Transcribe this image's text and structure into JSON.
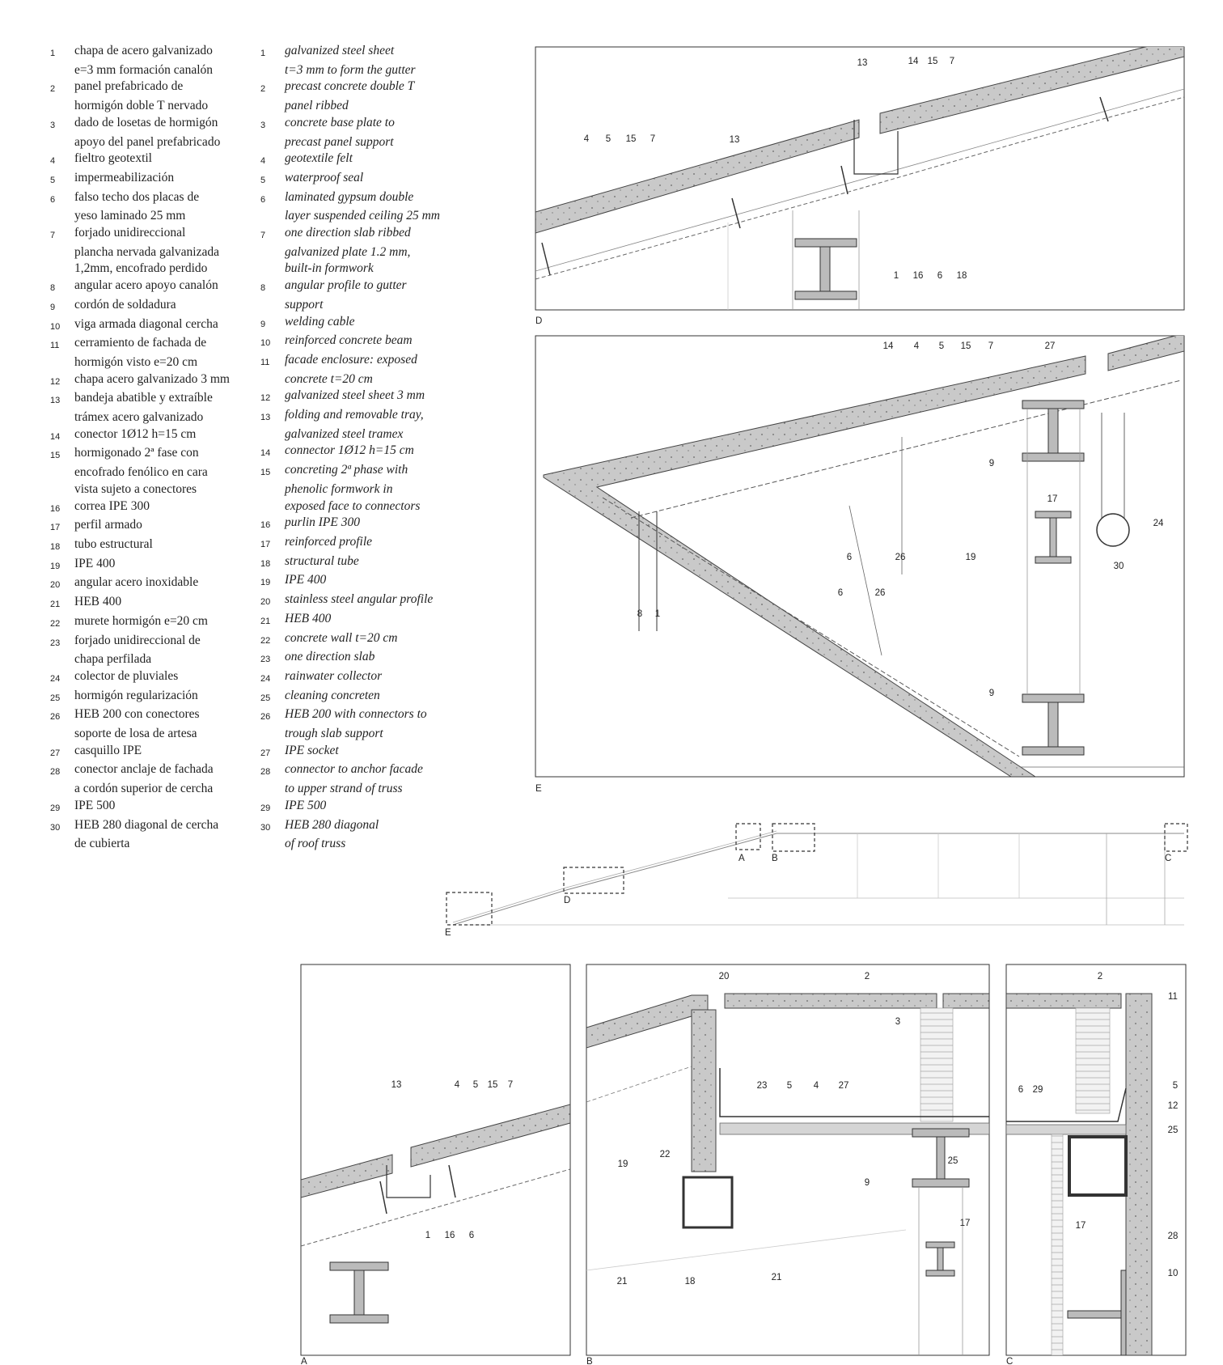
{
  "legend_es": [
    {
      "n": "1",
      "t": [
        "chapa de acero galvanizado",
        "e=3 mm formación canalón"
      ]
    },
    {
      "n": "2",
      "t": [
        "panel prefabricado de",
        "hormigón doble T nervado"
      ]
    },
    {
      "n": "3",
      "t": [
        "dado de losetas de hormigón",
        "apoyo del panel prefabricado"
      ]
    },
    {
      "n": "4",
      "t": [
        "fieltro geotextil"
      ]
    },
    {
      "n": "5",
      "t": [
        "impermeabilización"
      ]
    },
    {
      "n": "6",
      "t": [
        "falso techo dos placas de",
        "yeso laminado 25 mm"
      ]
    },
    {
      "n": "7",
      "t": [
        "forjado unidireccional",
        "plancha nervada galvanizada",
        "1,2mm, encofrado perdido"
      ]
    },
    {
      "n": "8",
      "t": [
        "angular acero apoyo canalón"
      ]
    },
    {
      "n": "9",
      "t": [
        "cordón de soldadura"
      ]
    },
    {
      "n": "10",
      "t": [
        "viga armada diagonal cercha"
      ]
    },
    {
      "n": "11",
      "t": [
        "cerramiento de fachada de",
        "hormigón visto e=20 cm"
      ]
    },
    {
      "n": "12",
      "t": [
        "chapa acero galvanizado 3 mm"
      ]
    },
    {
      "n": "13",
      "t": [
        "bandeja abatible y extraíble",
        "trámex acero galvanizado"
      ]
    },
    {
      "n": "14",
      "t": [
        "conector 1Ø12 h=15 cm"
      ]
    },
    {
      "n": "15",
      "t": [
        "hormigonado 2ª fase con",
        "encofrado fenólico en cara",
        "vista sujeto a conectores"
      ]
    },
    {
      "n": "16",
      "t": [
        "correa IPE 300"
      ]
    },
    {
      "n": "17",
      "t": [
        "perfil armado"
      ]
    },
    {
      "n": "18",
      "t": [
        "tubo estructural"
      ]
    },
    {
      "n": "19",
      "t": [
        "IPE 400"
      ]
    },
    {
      "n": "20",
      "t": [
        "angular acero inoxidable"
      ]
    },
    {
      "n": "21",
      "t": [
        "HEB 400"
      ]
    },
    {
      "n": "22",
      "t": [
        "murete hormigón e=20 cm"
      ]
    },
    {
      "n": "23",
      "t": [
        "forjado unidireccional de",
        "chapa perfilada"
      ]
    },
    {
      "n": "24",
      "t": [
        "colector de pluviales"
      ]
    },
    {
      "n": "25",
      "t": [
        "hormigón regularización"
      ]
    },
    {
      "n": "26",
      "t": [
        "HEB 200 con conectores",
        "soporte de losa de artesa"
      ]
    },
    {
      "n": "27",
      "t": [
        "casquillo IPE"
      ]
    },
    {
      "n": "28",
      "t": [
        "conector anclaje de fachada",
        "a cordón superior de cercha"
      ]
    },
    {
      "n": "29",
      "t": [
        "IPE 500"
      ]
    },
    {
      "n": "30",
      "t": [
        "HEB 280 diagonal de cercha",
        "de cubierta"
      ]
    }
  ],
  "legend_en": [
    {
      "n": "1",
      "t": [
        "galvanized steel sheet",
        "t=3 mm to form the gutter"
      ]
    },
    {
      "n": "2",
      "t": [
        "precast concrete double T",
        "panel ribbed"
      ]
    },
    {
      "n": "3",
      "t": [
        "concrete base plate to",
        "precast panel support"
      ]
    },
    {
      "n": "4",
      "t": [
        "geotextile felt"
      ]
    },
    {
      "n": "5",
      "t": [
        "waterproof seal"
      ]
    },
    {
      "n": "6",
      "t": [
        "laminated gypsum double",
        "layer suspended ceiling 25 mm"
      ]
    },
    {
      "n": "7",
      "t": [
        "one direction slab ribbed",
        "galvanized plate 1.2 mm,",
        "built-in formwork"
      ]
    },
    {
      "n": "8",
      "t": [
        "angular profile to gutter",
        "support"
      ]
    },
    {
      "n": "9",
      "t": [
        "welding cable"
      ]
    },
    {
      "n": "10",
      "t": [
        "reinforced concrete beam"
      ]
    },
    {
      "n": "11",
      "t": [
        "facade enclosure: exposed",
        "concrete t=20 cm"
      ]
    },
    {
      "n": "12",
      "t": [
        "galvanized steel sheet 3 mm"
      ]
    },
    {
      "n": "13",
      "t": [
        "folding and removable tray,",
        "galvanized steel tramex"
      ]
    },
    {
      "n": "14",
      "t": [
        "connector 1Ø12 h=15 cm"
      ]
    },
    {
      "n": "15",
      "t": [
        "concreting 2ª phase with",
        "phenolic formwork in",
        "exposed face to connectors"
      ]
    },
    {
      "n": "16",
      "t": [
        "purlin IPE 300"
      ]
    },
    {
      "n": "17",
      "t": [
        "reinforced profile"
      ]
    },
    {
      "n": "18",
      "t": [
        "structural tube"
      ]
    },
    {
      "n": "19",
      "t": [
        "IPE 400"
      ]
    },
    {
      "n": "20",
      "t": [
        "stainless steel angular profile"
      ]
    },
    {
      "n": "21",
      "t": [
        "HEB 400"
      ]
    },
    {
      "n": "22",
      "t": [
        "concrete wall t=20 cm"
      ]
    },
    {
      "n": "23",
      "t": [
        "one direction slab"
      ]
    },
    {
      "n": "24",
      "t": [
        "rainwater collector"
      ]
    },
    {
      "n": "25",
      "t": [
        "cleaning concreten"
      ]
    },
    {
      "n": "26",
      "t": [
        "HEB 200 with connectors to",
        "trough slab support"
      ]
    },
    {
      "n": "27",
      "t": [
        "IPE socket"
      ]
    },
    {
      "n": "28",
      "t": [
        "connector to anchor facade",
        "to upper strand of truss"
      ]
    },
    {
      "n": "29",
      "t": [
        "IPE 500"
      ]
    },
    {
      "n": "30",
      "t": [
        "HEB 280 diagonal",
        "of roof truss"
      ]
    }
  ],
  "panels": {
    "D": {
      "letter": "D",
      "callouts": [
        "13",
        "14",
        "15",
        "7",
        "4",
        "5",
        "15",
        "7",
        "13",
        "1",
        "16",
        "6",
        "18"
      ]
    },
    "E": {
      "letter": "E",
      "callouts": [
        "14",
        "4",
        "5",
        "15",
        "7",
        "27",
        "9",
        "17",
        "24",
        "30",
        "6",
        "26",
        "19",
        "8",
        "1",
        "6",
        "26",
        "9"
      ]
    },
    "A": {
      "letter": "A",
      "callouts": [
        "13",
        "4",
        "5",
        "15",
        "7",
        "1",
        "16",
        "6"
      ]
    },
    "B": {
      "letter": "B",
      "callouts": [
        "20",
        "2",
        "3",
        "23",
        "5",
        "4",
        "27",
        "19",
        "22",
        "25",
        "9",
        "17",
        "18",
        "21",
        "21"
      ]
    },
    "C": {
      "letter": "C",
      "callouts": [
        "2",
        "11",
        "6",
        "29",
        "5",
        "12",
        "25",
        "17",
        "28",
        "10"
      ]
    }
  },
  "overview": {
    "boxes": [
      "A",
      "B",
      "C",
      "D",
      "E"
    ]
  }
}
